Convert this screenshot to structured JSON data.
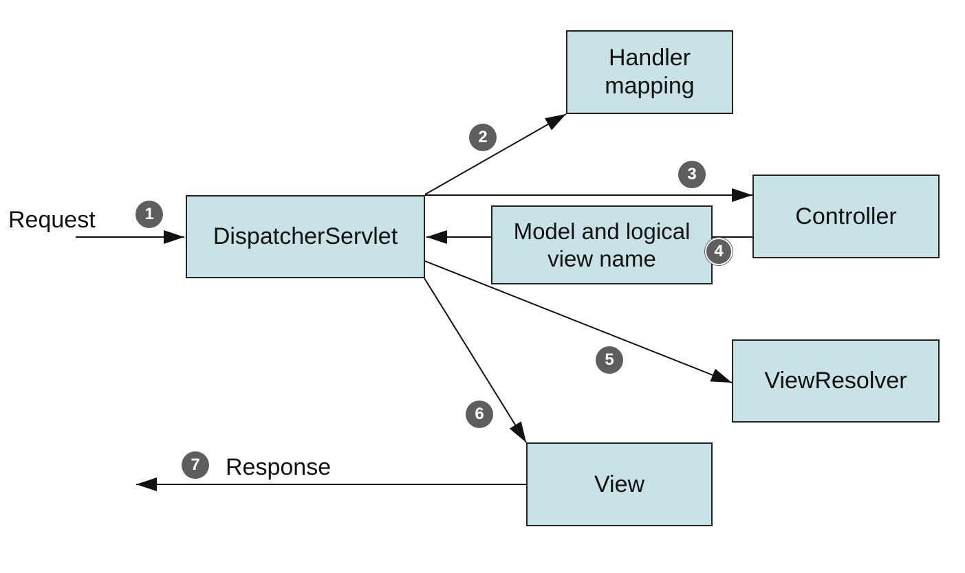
{
  "nodes": {
    "dispatcher": "DispatcherServlet",
    "handler_mapping": [
      "Handler",
      "mapping"
    ],
    "controller": "Controller",
    "model_view": [
      "Model and logical",
      "view name"
    ],
    "view_resolver": "ViewResolver",
    "view": "View"
  },
  "labels": {
    "request": "Request",
    "response": "Response"
  },
  "steps": [
    "1",
    "2",
    "3",
    "4",
    "5",
    "6",
    "7"
  ],
  "colors": {
    "box_fill": "#c8e2e6",
    "box_border": "#222222",
    "badge": "#5e5e5e",
    "arrow": "#111111"
  }
}
